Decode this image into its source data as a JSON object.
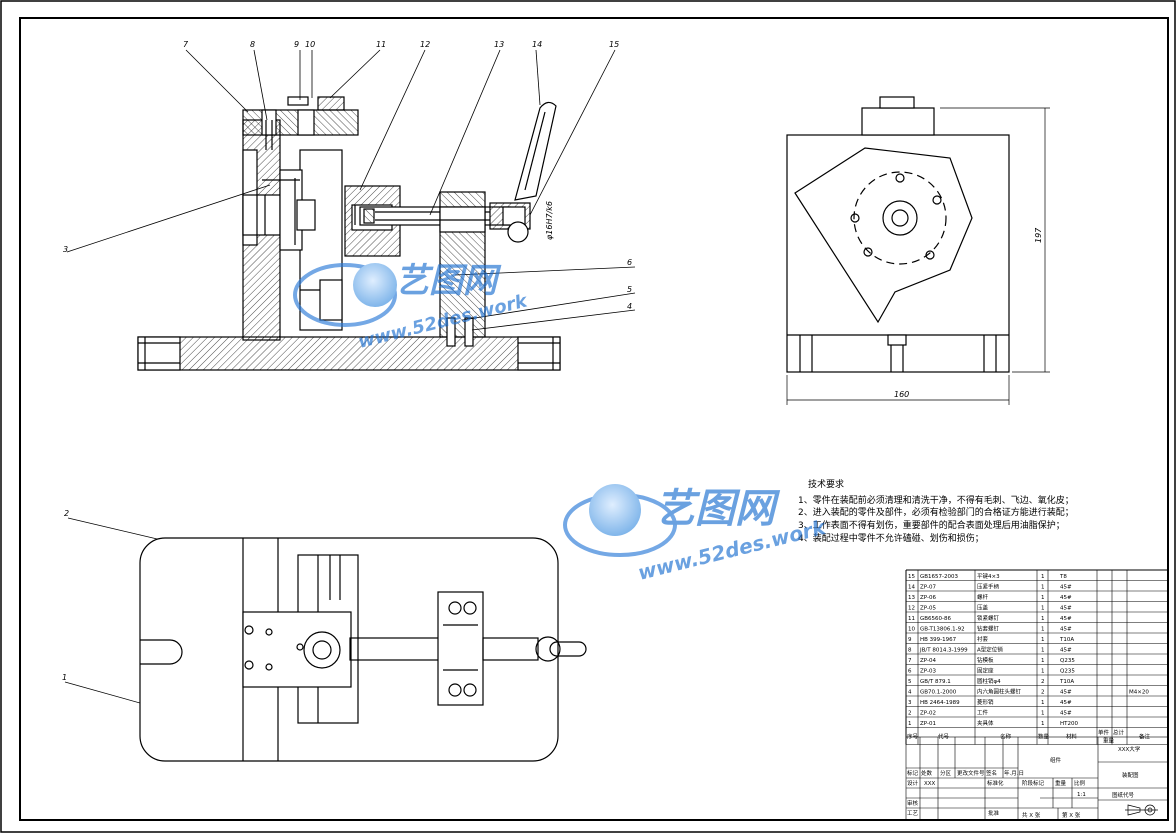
{
  "callouts": {
    "c1": "1",
    "c2": "2",
    "c3": "3",
    "c4": "4",
    "c5": "5",
    "c6": "6",
    "c7": "7",
    "c8": "8",
    "c9": "9",
    "c10": "10",
    "c11": "11",
    "c12": "12",
    "c13": "13",
    "c14": "14",
    "c15": "15"
  },
  "dimensions": {
    "height": "197",
    "width": "160",
    "fit": "φ16H7/k6"
  },
  "tech_req": {
    "title": "技术要求",
    "lines": [
      "1、零件在装配前必须清理和清洗干净，不得有毛刺、飞边、氧化皮；",
      "2、进入装配的零件及部件，必须有检验部门的合格证方能进行装配；",
      "3、工作表面不得有划伤，重要部件的配合表面处理后用油脂保护；",
      "4、装配过程中零件不允许磕碰、划伤和损伤；"
    ]
  },
  "watermark": {
    "cn": "艺图网",
    "url": "www.52des.work"
  },
  "bom": {
    "rows": [
      {
        "no": "15",
        "code": "GB1657-2003",
        "name": "平键4×3",
        "qty": "1",
        "mat": "T8",
        "note": ""
      },
      {
        "no": "14",
        "code": "ZP-07",
        "name": "压紧手柄",
        "qty": "1",
        "mat": "45#",
        "note": ""
      },
      {
        "no": "13",
        "code": "ZP-06",
        "name": "螺杆",
        "qty": "1",
        "mat": "45#",
        "note": ""
      },
      {
        "no": "12",
        "code": "ZP-05",
        "name": "压盖",
        "qty": "1",
        "mat": "45#",
        "note": ""
      },
      {
        "no": "11",
        "code": "GB6560-86",
        "name": "锁紧螺钉",
        "qty": "1",
        "mat": "45#",
        "note": ""
      },
      {
        "no": "10",
        "code": "GB-T13806.1-92",
        "name": "钻套螺钉",
        "qty": "1",
        "mat": "45#",
        "note": ""
      },
      {
        "no": "9",
        "code": "HB 399-1967",
        "name": "衬套",
        "qty": "1",
        "mat": "T10A",
        "note": ""
      },
      {
        "no": "8",
        "code": "JB/T 8014.3-1999",
        "name": "A型定位销",
        "qty": "1",
        "mat": "45#",
        "note": ""
      },
      {
        "no": "7",
        "code": "ZP-04",
        "name": "钻模板",
        "qty": "1",
        "mat": "Q235",
        "note": ""
      },
      {
        "no": "6",
        "code": "ZP-03",
        "name": "固定座",
        "qty": "1",
        "mat": "Q235",
        "note": ""
      },
      {
        "no": "5",
        "code": "GB/T 879.1",
        "name": "圆柱销φ4",
        "qty": "2",
        "mat": "T10A",
        "note": ""
      },
      {
        "no": "4",
        "code": "GB70.1-2000",
        "name": "内六角圆柱头螺钉",
        "qty": "2",
        "mat": "45#",
        "note": "M4×20"
      },
      {
        "no": "3",
        "code": "HB 2464-1989",
        "name": "菱形销",
        "qty": "1",
        "mat": "45#",
        "note": ""
      },
      {
        "no": "2",
        "code": "ZP-02",
        "name": "工件",
        "qty": "1",
        "mat": "45#",
        "note": ""
      },
      {
        "no": "1",
        "code": "ZP-01",
        "name": "夹具体",
        "qty": "1",
        "mat": "HT200",
        "note": ""
      }
    ],
    "header": {
      "no": "序号",
      "code": "代号",
      "name": "名称",
      "qty": "数量",
      "mat": "材料",
      "unit_w": "单件",
      "total_w": "总计",
      "weight": "重量",
      "note": "备注"
    }
  },
  "title_block": {
    "school": "XXX大学",
    "assembly": "装配图",
    "group": "组件",
    "mark": "标记",
    "count": "处数",
    "zone": "分区",
    "change_doc": "更改文件号",
    "sign": "签名",
    "date": "年.月.日",
    "design": "设计",
    "designer": "XXX",
    "std": "标准化",
    "stage": "阶段标记",
    "weight": "重量",
    "scale": "比例",
    "scale_val": "1:1",
    "check": "审核",
    "process": "工艺",
    "approve": "批准",
    "sheets": "共 X 张",
    "sheet_no": "第 X 张",
    "drawing_no": "图纸代号"
  }
}
